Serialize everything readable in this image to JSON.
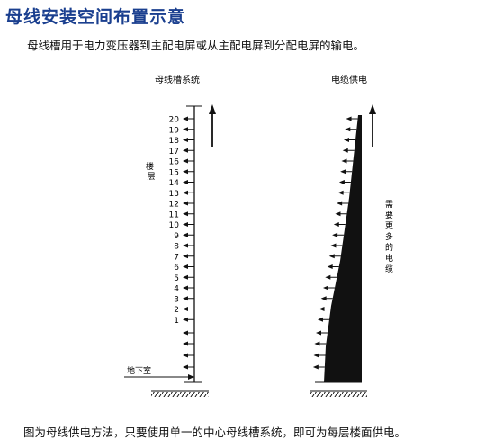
{
  "title": "母线安装空间布置示意",
  "subtitle": "母线槽用于电力变压器到主配电屏或从主配电屏到分配电屏的输电。",
  "caption": "图为母线供电方法，只要使用单一的中心母线槽系统，即可为每层楼面供电。",
  "left_diagram": {
    "heading": "母线槽系统",
    "side_label": "楼层",
    "basement_label": "地下室",
    "floors": [
      "20",
      "19",
      "18",
      "17",
      "16",
      "15",
      "14",
      "13",
      "12",
      "11",
      "10",
      "9",
      "8",
      "7",
      "6",
      "5",
      "4",
      "3",
      "2",
      "1"
    ]
  },
  "right_diagram": {
    "heading": "电缆供电",
    "side_label": "需要更多的电缆"
  }
}
